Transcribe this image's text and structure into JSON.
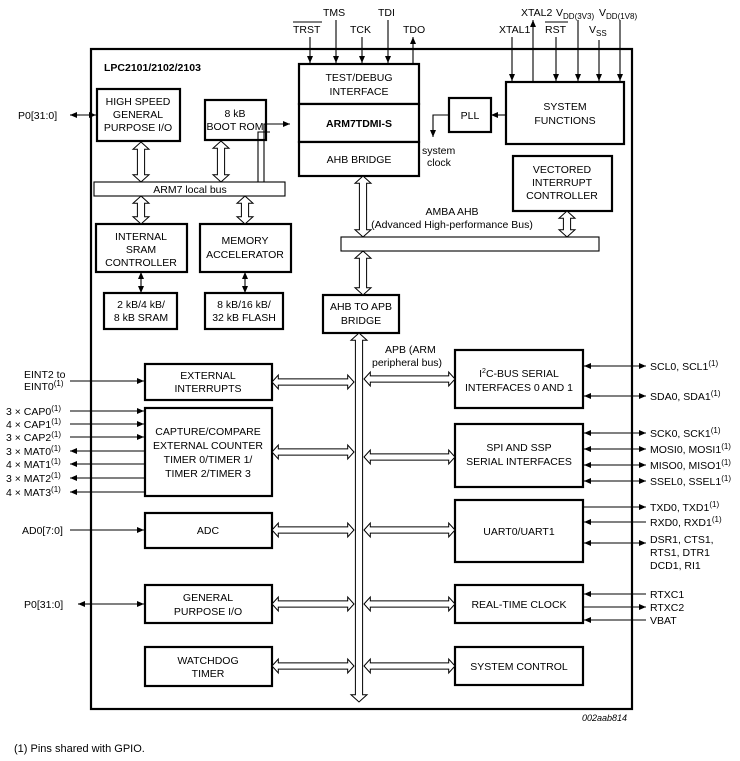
{
  "chip_title": "LPC2101/2102/2103",
  "top_pins": {
    "trst": "TRST",
    "tms": "TMS",
    "tck": "TCK",
    "tdi": "TDI",
    "tdo": "TDO",
    "xtal1": "XTAL1",
    "xtal2": "XTAL2",
    "rst": "RST",
    "vdd3v3": "V",
    "vdd3v3_sub": "DD(3V3)",
    "vdd1v8": "V",
    "vdd1v8_sub": "DD(1V8)",
    "vss": "V",
    "vss_sub": "SS"
  },
  "blocks": {
    "test_debug": [
      "TEST/DEBUG",
      "INTERFACE"
    ],
    "arm7": "ARM7TDMI-S",
    "ahb_bridge": "AHB BRIDGE",
    "pll": "PLL",
    "system_clock": [
      "system",
      "clock"
    ],
    "system_functions": [
      "SYSTEM",
      "FUNCTIONS"
    ],
    "vic": [
      "VECTORED",
      "INTERRUPT",
      "CONTROLLER"
    ],
    "gpio_hs": [
      "HIGH SPEED",
      "GENERAL",
      "PURPOSE I/O"
    ],
    "boot_rom": [
      "8 kB",
      "BOOT ROM"
    ],
    "local_bus": "ARM7 local bus",
    "sram_ctrl": [
      "INTERNAL",
      "SRAM",
      "CONTROLLER"
    ],
    "mem_accel": [
      "MEMORY",
      "ACCELERATOR"
    ],
    "sram": [
      "2 kB/4 kB/",
      "8 kB SRAM"
    ],
    "flash": [
      "8 kB/16 kB/",
      "32 kB FLASH"
    ],
    "amba_ahb": [
      "AMBA AHB",
      "(Advanced High-performance Bus)"
    ],
    "ahb_apb": [
      "AHB TO APB",
      "BRIDGE"
    ],
    "apb_label": [
      "APB (ARM",
      "peripheral bus)"
    ],
    "ext_int": [
      "EXTERNAL",
      "INTERRUPTS"
    ],
    "timers": [
      "CAPTURE/COMPARE",
      "EXTERNAL COUNTER",
      "TIMER 0/TIMER 1/",
      "TIMER 2/TIMER 3"
    ],
    "adc": "ADC",
    "gpio": [
      "GENERAL",
      "PURPOSE I/O"
    ],
    "wdt": [
      "WATCHDOG",
      "TIMER"
    ],
    "i2c": [
      "I",
      "2",
      "C-BUS SERIAL",
      "INTERFACES 0 AND 1"
    ],
    "spi": [
      "SPI AND SSP",
      "SERIAL INTERFACES"
    ],
    "uart": "UART0/UART1",
    "rtc": "REAL-TIME CLOCK",
    "sysctrl": "SYSTEM CONTROL"
  },
  "left_pins": {
    "p0_top": "P0[31:0]",
    "eint": [
      "EINT2 to",
      "EINT0"
    ],
    "cap0": "3 × CAP0",
    "cap1": "4 × CAP1",
    "cap2": "3 × CAP2",
    "mat0": "3 × MAT0",
    "mat1": "4 × MAT1",
    "mat2": "3 × MAT2",
    "mat3": "4 × MAT3",
    "ad0": "AD0[7:0]",
    "p0_bottom": "P0[31:0]"
  },
  "right_pins": {
    "scl": [
      "SCL0, SCL1"
    ],
    "sda": [
      "SDA0, SDA1"
    ],
    "sck": [
      "SCK0, SCK1"
    ],
    "mosi": [
      "MOSI0, MOSI1"
    ],
    "miso": [
      "MISO0, MISO1"
    ],
    "ssel": [
      "SSEL0, SSEL1"
    ],
    "txd": [
      "TXD0, TXD1"
    ],
    "rxd": [
      "RXD0, RXD1"
    ],
    "dsr": "DSR1, CTS1,",
    "rts": "RTS1, DTR1",
    "dcd": "DCD1, RI1",
    "rtxc1": "RTXC1",
    "rtxc2": "RTXC2",
    "vbat": "VBAT"
  },
  "footnote_marker": "(1)",
  "image_code": "002aab814",
  "footnote": "(1)    Pins shared with GPIO."
}
